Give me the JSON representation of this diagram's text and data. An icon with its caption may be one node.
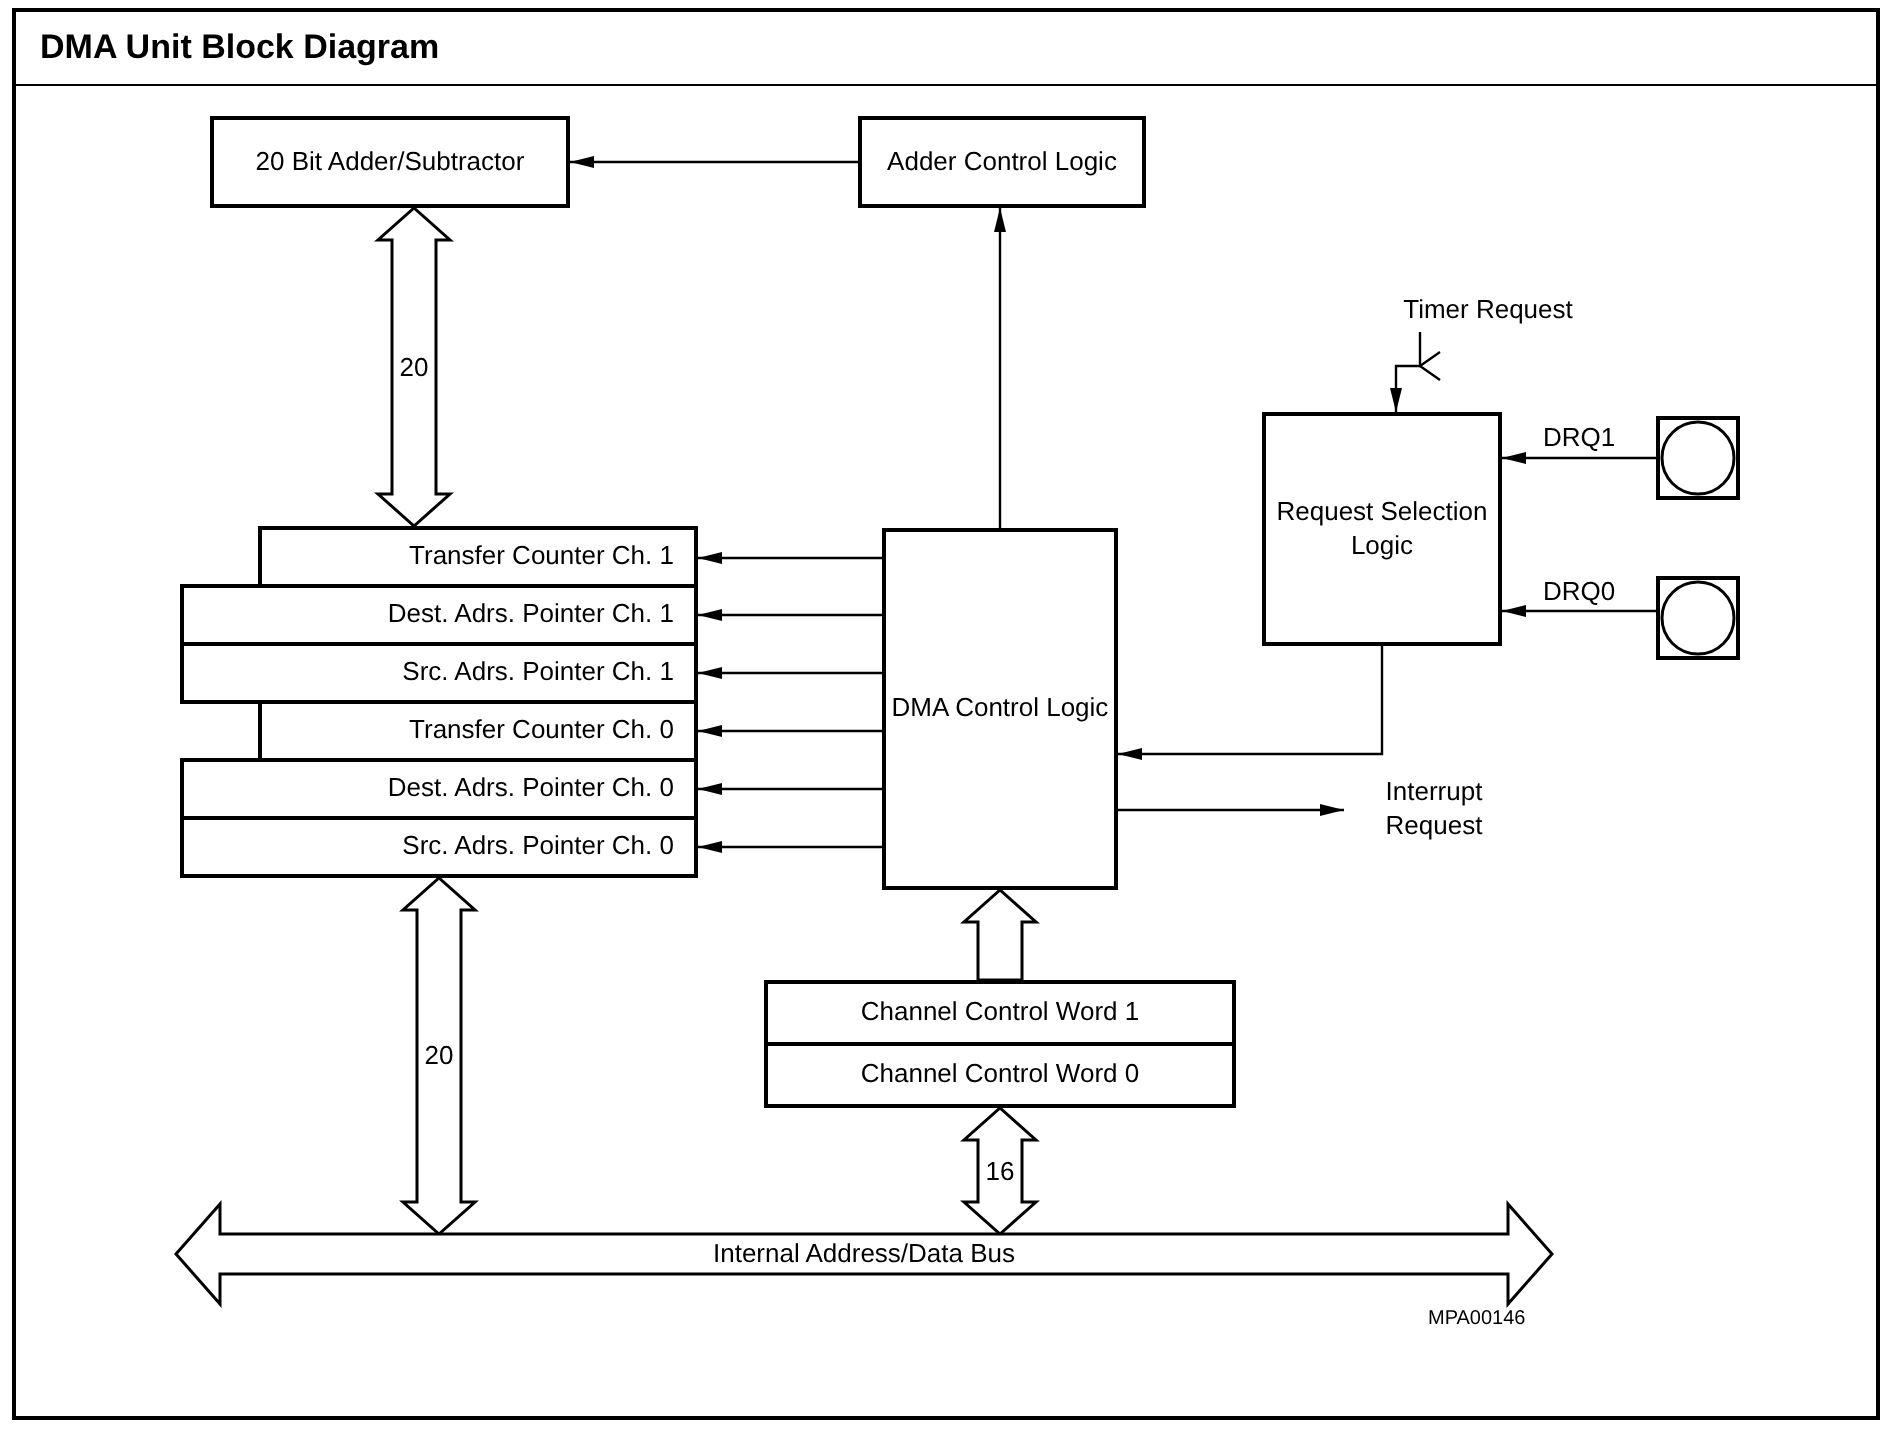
{
  "diagram": {
    "title": "DMA Unit Block Diagram",
    "nodes": [
      {
        "text": [
          "20 Bit Adder/Subtractor"
        ]
      },
      {
        "text": [
          "Adder Control Logic"
        ]
      },
      {
        "text": [
          "Request Selection Logic"
        ]
      },
      {
        "text": [
          "Transfer Counter Ch. 1"
        ]
      },
      {
        "text": [
          "Dest. Adrs. Pointer Ch. 1"
        ]
      },
      {
        "text": [
          "Src. Adrs. Pointer Ch. 1"
        ]
      },
      {
        "text": [
          "Transfer Counter Ch. 0"
        ]
      },
      {
        "text": [
          "Dest. Adrs. Pointer Ch. 0"
        ]
      },
      {
        "text": [
          "Src. Adrs. Pointer Ch. 0"
        ]
      },
      {
        "text": [
          "DMA Control Logic"
        ]
      },
      {
        "text": [
          "Channel Control Word 1"
        ]
      },
      {
        "text": [
          "Channel Control Word 0"
        ]
      },
      {
        "text": [
          "Internal Address/Data Bus"
        ]
      },
      {
        "text": [
          "Timer Request"
        ]
      },
      {
        "text": [],
        "shape": "box"
      },
      {
        "text": [],
        "shape": "box"
      },
      {
        "text": [
          "Interrupt Request"
        ]
      }
    ],
    "edges": [
      {
        "from": 1,
        "to": 0,
        "arrow": "to"
      },
      {
        "from": 9,
        "to": 1,
        "arrow": "to"
      },
      {
        "from": 0,
        "to": 3,
        "arrow": "both",
        "label": "20",
        "style": "thick"
      },
      {
        "from": 9,
        "to": 3,
        "arrow": "to"
      },
      {
        "from": 9,
        "to": 4,
        "arrow": "to"
      },
      {
        "from": 9,
        "to": 5,
        "arrow": "to"
      },
      {
        "from": 9,
        "to": 6,
        "arrow": "to"
      },
      {
        "from": 9,
        "to": 7,
        "arrow": "to"
      },
      {
        "from": 9,
        "to": 8,
        "arrow": "to"
      },
      {
        "from": 13,
        "to": 2,
        "arrow": "to"
      },
      {
        "from": 14,
        "to": 2,
        "arrow": "to",
        "label": "DRQ1"
      },
      {
        "from": 15,
        "to": 2,
        "arrow": "to",
        "label": "DRQ0"
      },
      {
        "from": 2,
        "to": 9,
        "arrow": "to"
      },
      {
        "from": 9,
        "to": 16,
        "arrow": "to"
      },
      {
        "from": 10,
        "to": 9,
        "arrow": "to",
        "style": "thick"
      },
      {
        "from": 8,
        "to": 12,
        "arrow": "both",
        "label": "20",
        "style": "thick"
      },
      {
        "from": 11,
        "to": 12,
        "arrow": "both",
        "label": "16",
        "style": "thick"
      }
    ],
    "labels": [
      "MPA00146"
    ]
  }
}
